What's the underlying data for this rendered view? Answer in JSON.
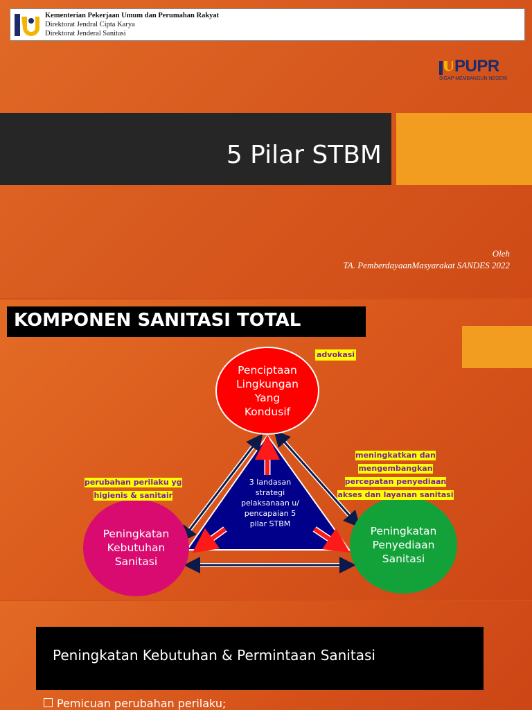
{
  "slide1": {
    "header": {
      "line1": "Kementerian Pekerjaan Umum dan Perumahan Rakyat",
      "line2": "Direktorat Jendral Cipta Karya",
      "line3": "Direktorat Jenderal Sanitasi"
    },
    "brand": {
      "word": "PUPR",
      "tagline": "SIGAP MEMBANGUN NEGERI"
    },
    "title": "5 Pilar STBM",
    "author_line1": "Oleh",
    "author_line2": "TA. PemberdayaanMasyarakat SANDES 2022"
  },
  "slide2": {
    "title": "KOMPONEN SANITASI TOTAL",
    "circle_top": [
      "Penciptaan",
      "Lingkungan",
      "Yang",
      "Kondusif"
    ],
    "circle_left": [
      "Peningkatan",
      "Kebutuhan",
      "Sanitasi"
    ],
    "circle_right": [
      "Peningkatan",
      "Penyediaan",
      "Sanitasi"
    ],
    "label_top": "advokasi",
    "label_left": [
      "perubahan perilaku yg",
      "higienis & sanitair"
    ],
    "label_right": [
      "meningkatkan dan",
      "mengembangkan",
      "percepatan penyediaan",
      "akses dan layanan sanitasi"
    ],
    "center": [
      "3 landasan",
      "strategi",
      "pelaksanaan u/",
      "pencapaian 5",
      "pilar STBM"
    ]
  },
  "slide3": {
    "title": "Peningkatan Kebutuhan & Permintaan Sanitasi",
    "bullet": "Pemicuan perubahan perilaku;"
  },
  "colors": {
    "background": "#d85a1f",
    "accent": "#f29d1f",
    "title_bar": "#262626",
    "circle_top": "#ff0000",
    "circle_left": "#d90b71",
    "circle_right": "#13a23a",
    "triangle": "#00008b",
    "label_bg": "#ffff00",
    "label_text": "#7a1fa2"
  }
}
